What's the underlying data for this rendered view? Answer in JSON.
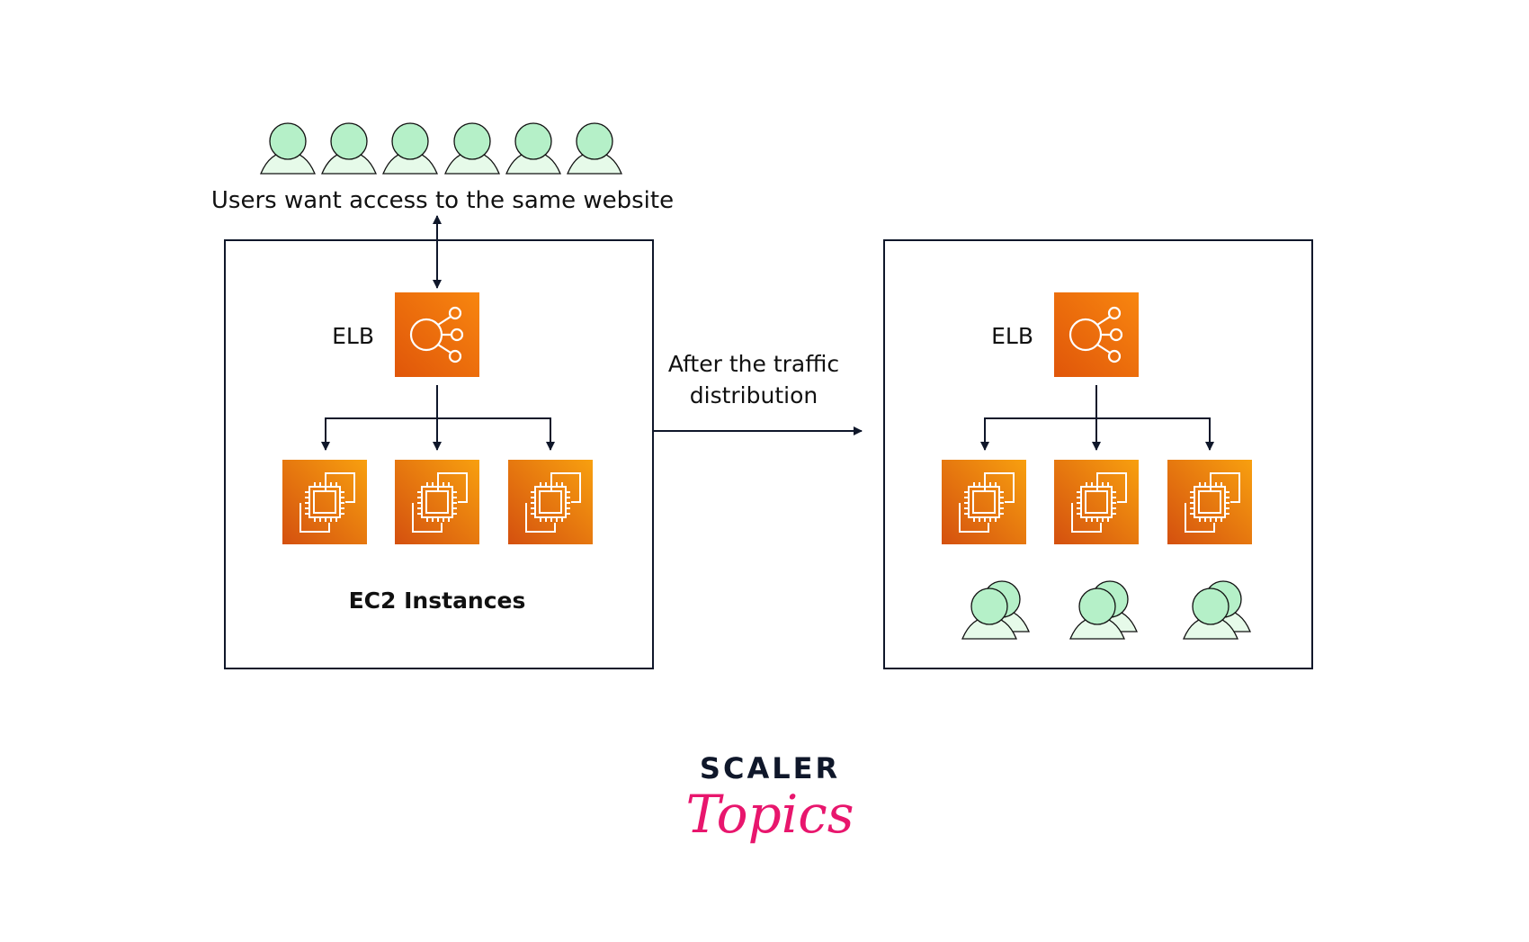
{
  "diagram": {
    "users_caption": "Users want access to the same website",
    "middle_caption_line1": "After the traffic",
    "middle_caption_line2": "distribution",
    "left_panel": {
      "elb_label": "ELB",
      "ec2_label": "EC2 Instances"
    },
    "right_panel": {
      "elb_label": "ELB"
    }
  },
  "logo": {
    "line1": "SCALER",
    "line2": "Topics"
  },
  "colors": {
    "user_fill": "#b5f0c8",
    "user_body_fill": "#e6fae9",
    "aws_orange_top": "#f7a20f",
    "aws_orange_bottom": "#d9530f",
    "line": "#0f172a",
    "logo_dark": "#0f172a",
    "logo_pink": "#e8166d"
  }
}
